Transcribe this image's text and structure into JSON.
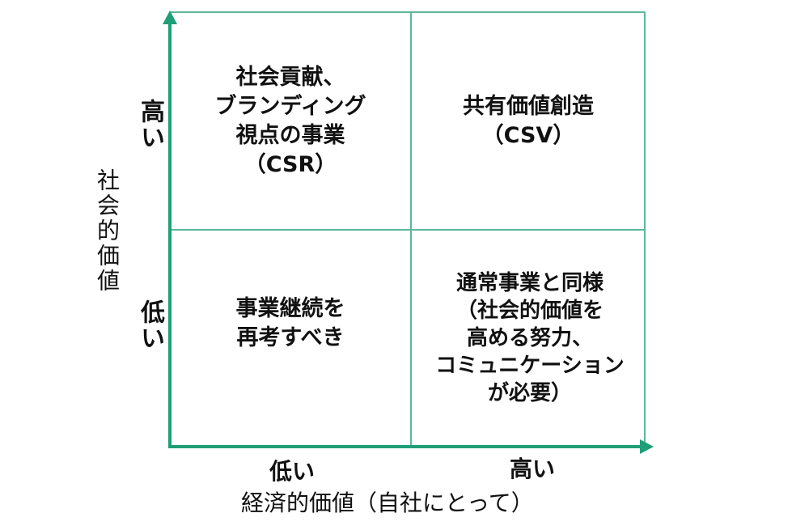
{
  "colors": {
    "axis": "#1f9e78",
    "grid": "#5db897"
  },
  "y_axis": {
    "title": "社会的価値",
    "high_label": "高い",
    "low_label": "低い"
  },
  "x_axis": {
    "title": "経済的価値（自社にとって）",
    "low_label": "低い",
    "high_label": "高い"
  },
  "quadrants": {
    "top_left": [
      "社会貢献、",
      "ブランディング",
      "視点の事業",
      "（CSR）"
    ],
    "top_right": [
      "共有価値創造",
      "（CSV）"
    ],
    "bottom_left": [
      "事業継続を",
      "再考すべき"
    ],
    "bottom_right": [
      "通常事業と同様",
      "（社会的価値を",
      "高める努力、",
      "コミュニケーション",
      "が必要）"
    ]
  }
}
